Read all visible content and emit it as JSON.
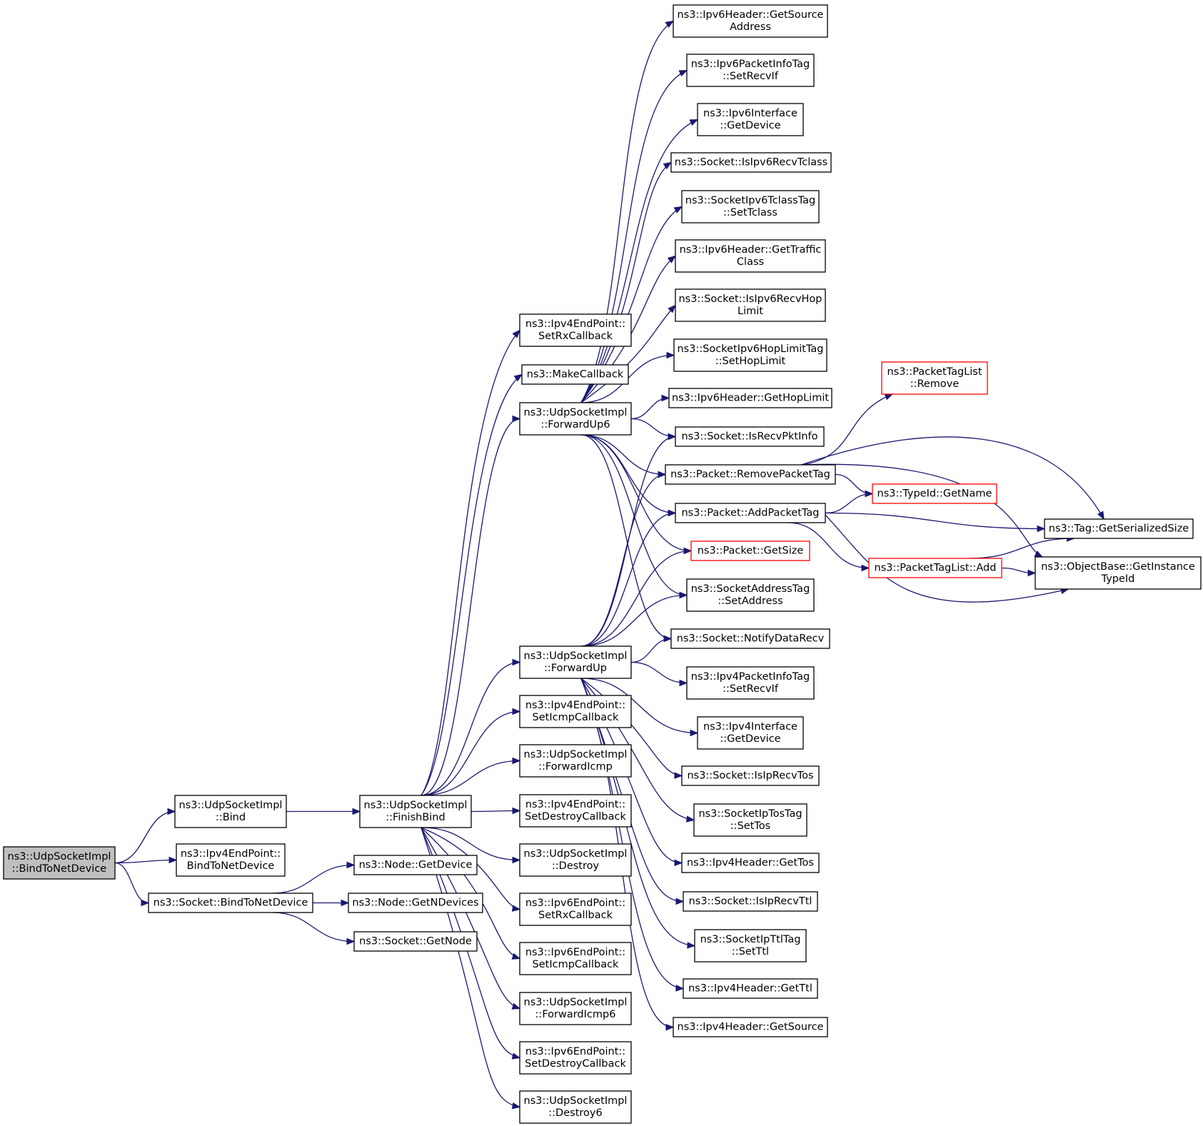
{
  "graph": {
    "nodes": [
      {
        "id": "root",
        "lines": [
          "ns3::UdpSocketImpl",
          "::BindToNetDevice"
        ],
        "style": "root"
      },
      {
        "id": "bind",
        "lines": [
          "ns3::UdpSocketImpl",
          "::Bind"
        ],
        "style": "normal"
      },
      {
        "id": "ep4btnd",
        "lines": [
          "ns3::Ipv4EndPoint::",
          "BindToNetDevice"
        ],
        "style": "normal"
      },
      {
        "id": "sockbtnd",
        "lines": [
          "ns3::Socket::BindToNetDevice"
        ],
        "style": "normal"
      },
      {
        "id": "finish",
        "lines": [
          "ns3::UdpSocketImpl",
          "::FinishBind"
        ],
        "style": "normal"
      },
      {
        "id": "nodegetdev",
        "lines": [
          "ns3::Node::GetDevice"
        ],
        "style": "normal"
      },
      {
        "id": "nodegetn",
        "lines": [
          "ns3::Node::GetNDevices"
        ],
        "style": "normal"
      },
      {
        "id": "sockgetnode",
        "lines": [
          "ns3::Socket::GetNode"
        ],
        "style": "normal"
      },
      {
        "id": "ep4rx",
        "lines": [
          "ns3::Ipv4EndPoint::",
          "SetRxCallback"
        ],
        "style": "normal"
      },
      {
        "id": "makecb",
        "lines": [
          "ns3::MakeCallback"
        ],
        "style": "normal"
      },
      {
        "id": "fwdup6",
        "lines": [
          "ns3::UdpSocketImpl",
          "::ForwardUp6"
        ],
        "style": "normal"
      },
      {
        "id": "fwdup",
        "lines": [
          "ns3::UdpSocketImpl",
          "::ForwardUp"
        ],
        "style": "normal"
      },
      {
        "id": "ep4icmp",
        "lines": [
          "ns3::Ipv4EndPoint::",
          "SetIcmpCallback"
        ],
        "style": "normal"
      },
      {
        "id": "fwdicmp",
        "lines": [
          "ns3::UdpSocketImpl",
          "::ForwardIcmp"
        ],
        "style": "normal"
      },
      {
        "id": "ep4destroy",
        "lines": [
          "ns3::Ipv4EndPoint::",
          "SetDestroyCallback"
        ],
        "style": "normal"
      },
      {
        "id": "destroy",
        "lines": [
          "ns3::UdpSocketImpl",
          "::Destroy"
        ],
        "style": "normal"
      },
      {
        "id": "ep6rx",
        "lines": [
          "ns3::Ipv6EndPoint::",
          "SetRxCallback"
        ],
        "style": "normal"
      },
      {
        "id": "ep6icmp",
        "lines": [
          "ns3::Ipv6EndPoint::",
          "SetIcmpCallback"
        ],
        "style": "normal"
      },
      {
        "id": "fwdicmp6",
        "lines": [
          "ns3::UdpSocketImpl",
          "::ForwardIcmp6"
        ],
        "style": "normal"
      },
      {
        "id": "ep6destroy",
        "lines": [
          "ns3::Ipv6EndPoint::",
          "SetDestroyCallback"
        ],
        "style": "normal"
      },
      {
        "id": "destroy6",
        "lines": [
          "ns3::UdpSocketImpl",
          "::Destroy6"
        ],
        "style": "normal"
      },
      {
        "id": "ip6src",
        "lines": [
          "ns3::Ipv6Header::GetSource",
          "Address"
        ],
        "style": "normal"
      },
      {
        "id": "ip6pit",
        "lines": [
          "ns3::Ipv6PacketInfoTag",
          "::SetRecvIf"
        ],
        "style": "normal"
      },
      {
        "id": "ip6ifdev",
        "lines": [
          "ns3::Ipv6Interface",
          "::GetDevice"
        ],
        "style": "normal"
      },
      {
        "id": "isip6tclass",
        "lines": [
          "ns3::Socket::IsIpv6RecvTclass"
        ],
        "style": "normal"
      },
      {
        "id": "tclasstag",
        "lines": [
          "ns3::SocketIpv6TclassTag",
          "::SetTclass"
        ],
        "style": "normal"
      },
      {
        "id": "ip6traffic",
        "lines": [
          "ns3::Ipv6Header::GetTraffic",
          "Class"
        ],
        "style": "normal"
      },
      {
        "id": "isip6hop",
        "lines": [
          "ns3::Socket::IsIpv6RecvHop",
          "Limit"
        ],
        "style": "normal"
      },
      {
        "id": "hoptag",
        "lines": [
          "ns3::SocketIpv6HopLimitTag",
          "::SetHopLimit"
        ],
        "style": "normal"
      },
      {
        "id": "ip6hop",
        "lines": [
          "ns3::Ipv6Header::GetHopLimit"
        ],
        "style": "normal"
      },
      {
        "id": "isrecvpkt",
        "lines": [
          "ns3::Socket::IsRecvPktInfo"
        ],
        "style": "normal"
      },
      {
        "id": "rmtag",
        "lines": [
          "ns3::Packet::RemovePacketTag"
        ],
        "style": "normal"
      },
      {
        "id": "addtag",
        "lines": [
          "ns3::Packet::AddPacketTag"
        ],
        "style": "normal"
      },
      {
        "id": "pktsize",
        "lines": [
          "ns3::Packet::GetSize"
        ],
        "style": "red"
      },
      {
        "id": "addrtag",
        "lines": [
          "ns3::SocketAddressTag",
          "::SetAddress"
        ],
        "style": "normal"
      },
      {
        "id": "notify",
        "lines": [
          "ns3::Socket::NotifyDataRecv"
        ],
        "style": "normal"
      },
      {
        "id": "ip4pit",
        "lines": [
          "ns3::Ipv4PacketInfoTag",
          "::SetRecvIf"
        ],
        "style": "normal"
      },
      {
        "id": "ip4ifdev",
        "lines": [
          "ns3::Ipv4Interface",
          "::GetDevice"
        ],
        "style": "normal"
      },
      {
        "id": "isiptos",
        "lines": [
          "ns3::Socket::IsIpRecvTos"
        ],
        "style": "normal"
      },
      {
        "id": "tostag",
        "lines": [
          "ns3::SocketIpTosTag",
          "::SetTos"
        ],
        "style": "normal"
      },
      {
        "id": "ip4tos",
        "lines": [
          "ns3::Ipv4Header::GetTos"
        ],
        "style": "normal"
      },
      {
        "id": "isipttl",
        "lines": [
          "ns3::Socket::IsIpRecvTtl"
        ],
        "style": "normal"
      },
      {
        "id": "ttltag",
        "lines": [
          "ns3::SocketIpTtlTag",
          "::SetTtl"
        ],
        "style": "normal"
      },
      {
        "id": "ip4ttl",
        "lines": [
          "ns3::Ipv4Header::GetTtl"
        ],
        "style": "normal"
      },
      {
        "id": "ip4src",
        "lines": [
          "ns3::Ipv4Header::GetSource"
        ],
        "style": "normal"
      },
      {
        "id": "ptlremove",
        "lines": [
          "ns3::PacketTagList",
          "::Remove"
        ],
        "style": "red"
      },
      {
        "id": "typename",
        "lines": [
          "ns3::TypeId::GetName"
        ],
        "style": "red"
      },
      {
        "id": "ptladd",
        "lines": [
          "ns3::PacketTagList::Add"
        ],
        "style": "red"
      },
      {
        "id": "tagsize",
        "lines": [
          "ns3::Tag::GetSerializedSize"
        ],
        "style": "normal"
      },
      {
        "id": "instance",
        "lines": [
          "ns3::ObjectBase::GetInstance",
          "TypeId"
        ],
        "style": "normal"
      }
    ],
    "edges": [
      [
        "root",
        "bind"
      ],
      [
        "root",
        "ep4btnd"
      ],
      [
        "root",
        "sockbtnd"
      ],
      [
        "bind",
        "finish"
      ],
      [
        "sockbtnd",
        "nodegetdev"
      ],
      [
        "sockbtnd",
        "nodegetn"
      ],
      [
        "sockbtnd",
        "sockgetnode"
      ],
      [
        "finish",
        "ep4rx"
      ],
      [
        "finish",
        "makecb"
      ],
      [
        "finish",
        "fwdup6"
      ],
      [
        "finish",
        "fwdup"
      ],
      [
        "finish",
        "ep4icmp"
      ],
      [
        "finish",
        "fwdicmp"
      ],
      [
        "finish",
        "ep4destroy"
      ],
      [
        "finish",
        "destroy"
      ],
      [
        "finish",
        "ep6rx"
      ],
      [
        "finish",
        "ep6icmp"
      ],
      [
        "finish",
        "fwdicmp6"
      ],
      [
        "finish",
        "ep6destroy"
      ],
      [
        "finish",
        "destroy6"
      ],
      [
        "fwdup6",
        "ip6src"
      ],
      [
        "fwdup6",
        "ip6pit"
      ],
      [
        "fwdup6",
        "ip6ifdev"
      ],
      [
        "fwdup6",
        "isip6tclass"
      ],
      [
        "fwdup6",
        "tclasstag"
      ],
      [
        "fwdup6",
        "ip6traffic"
      ],
      [
        "fwdup6",
        "isip6hop"
      ],
      [
        "fwdup6",
        "hoptag"
      ],
      [
        "fwdup6",
        "ip6hop"
      ],
      [
        "fwdup6",
        "isrecvpkt"
      ],
      [
        "fwdup6",
        "rmtag"
      ],
      [
        "fwdup6",
        "addtag"
      ],
      [
        "fwdup6",
        "pktsize"
      ],
      [
        "fwdup6",
        "addrtag"
      ],
      [
        "fwdup6",
        "notify"
      ],
      [
        "fwdup",
        "isrecvpkt"
      ],
      [
        "fwdup",
        "rmtag"
      ],
      [
        "fwdup",
        "addtag"
      ],
      [
        "fwdup",
        "pktsize"
      ],
      [
        "fwdup",
        "addrtag"
      ],
      [
        "fwdup",
        "notify"
      ],
      [
        "fwdup",
        "ip4pit"
      ],
      [
        "fwdup",
        "ip4ifdev"
      ],
      [
        "fwdup",
        "isiptos"
      ],
      [
        "fwdup",
        "tostag"
      ],
      [
        "fwdup",
        "ip4tos"
      ],
      [
        "fwdup",
        "isipttl"
      ],
      [
        "fwdup",
        "ttltag"
      ],
      [
        "fwdup",
        "ip4ttl"
      ],
      [
        "fwdup",
        "ip4src"
      ],
      [
        "rmtag",
        "ptlremove"
      ],
      [
        "rmtag",
        "typename"
      ],
      [
        "rmtag",
        "tagsize"
      ],
      [
        "rmtag",
        "instance"
      ],
      [
        "addtag",
        "typename"
      ],
      [
        "addtag",
        "ptladd"
      ],
      [
        "addtag",
        "tagsize"
      ],
      [
        "addtag",
        "instance"
      ],
      [
        "ptladd",
        "tagsize"
      ],
      [
        "ptladd",
        "instance"
      ]
    ]
  }
}
